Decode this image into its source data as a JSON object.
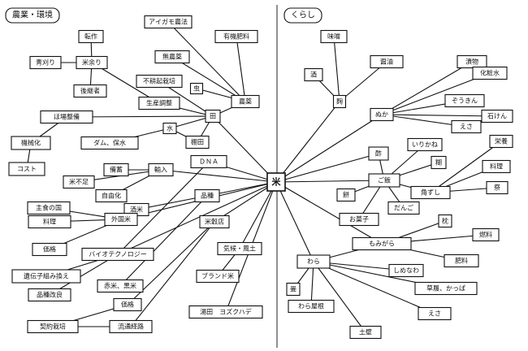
{
  "sections": {
    "left": "農業・環境",
    "right": "くらし"
  },
  "colors": {
    "ink": "#111111",
    "paper": "#ffffff"
  },
  "nodes": [
    {
      "id": "kome",
      "label": "米"
    },
    {
      "id": "nogyo_kankyo",
      "label": "農業・環境"
    },
    {
      "id": "kurashi",
      "label": "くらし"
    },
    {
      "id": "tensaku",
      "label": "転作"
    },
    {
      "id": "aigamo",
      "label": "アイガモ農法"
    },
    {
      "id": "yukihiryo",
      "label": "有機肥料"
    },
    {
      "id": "aogari",
      "label": "青刈り"
    },
    {
      "id": "komeamari",
      "label": "米余り"
    },
    {
      "id": "munoyaku",
      "label": "無農薬"
    },
    {
      "id": "koukeisha",
      "label": "後継者"
    },
    {
      "id": "fukouki",
      "label": "不耕起栽培"
    },
    {
      "id": "mushi",
      "label": "虫"
    },
    {
      "id": "seisanchosei",
      "label": "生産調整"
    },
    {
      "id": "noyaku",
      "label": "農薬"
    },
    {
      "id": "hojo",
      "label": "ほ場整備"
    },
    {
      "id": "ta",
      "label": "田"
    },
    {
      "id": "mizu",
      "label": "水"
    },
    {
      "id": "kikaika",
      "label": "機械化"
    },
    {
      "id": "damu",
      "label": "ダム、保水"
    },
    {
      "id": "tanada",
      "label": "棚田"
    },
    {
      "id": "cost",
      "label": "コスト"
    },
    {
      "id": "bichiku",
      "label": "備蓄"
    },
    {
      "id": "yunyu",
      "label": "輸入"
    },
    {
      "id": "dna",
      "label": "ＤＮＡ"
    },
    {
      "id": "komefusoku",
      "label": "米不足"
    },
    {
      "id": "jiyuka",
      "label": "自由化"
    },
    {
      "id": "sakagome",
      "label": "酒米"
    },
    {
      "id": "hinshu",
      "label": "品種"
    },
    {
      "id": "shushoku",
      "label": "主食の国"
    },
    {
      "id": "gaikokumai",
      "label": "外国米"
    },
    {
      "id": "ryori1",
      "label": "料理"
    },
    {
      "id": "kakaku1",
      "label": "価格"
    },
    {
      "id": "bio",
      "label": "バイオテクノロジー"
    },
    {
      "id": "komekokuten",
      "label": "米穀店"
    },
    {
      "id": "kiko",
      "label": "気候・風土"
    },
    {
      "id": "idenshi",
      "label": "遺伝子組み換え"
    },
    {
      "id": "akamai",
      "label": "赤米、黒米"
    },
    {
      "id": "brand",
      "label": "ブランド米"
    },
    {
      "id": "hinshukairyo",
      "label": "品種改良"
    },
    {
      "id": "kakaku2",
      "label": "価格"
    },
    {
      "id": "keiyaku",
      "label": "契約栽培"
    },
    {
      "id": "ryutsu",
      "label": "流通経路"
    },
    {
      "id": "yugen",
      "label": "湯田　ヨズクハデ"
    },
    {
      "id": "miso",
      "label": "味噌"
    },
    {
      "id": "sake",
      "label": "酒"
    },
    {
      "id": "shoyu",
      "label": "醤油"
    },
    {
      "id": "tsukemono",
      "label": "漬物"
    },
    {
      "id": "kesho",
      "label": "化粧水"
    },
    {
      "id": "koji",
      "label": "麹"
    },
    {
      "id": "zokin",
      "label": "ぞうきん"
    },
    {
      "id": "nuka",
      "label": "ぬか"
    },
    {
      "id": "sekken",
      "label": "石けん"
    },
    {
      "id": "esa1",
      "label": "えさ"
    },
    {
      "id": "su",
      "label": "酢"
    },
    {
      "id": "irikane",
      "label": "いりかね"
    },
    {
      "id": "eiyo",
      "label": "栄養"
    },
    {
      "id": "nori",
      "label": "糊"
    },
    {
      "id": "ryori2",
      "label": "料理"
    },
    {
      "id": "gohan",
      "label": "ご飯"
    },
    {
      "id": "mochi",
      "label": "餅"
    },
    {
      "id": "tsunozushi",
      "label": "角ずし"
    },
    {
      "id": "matsuri",
      "label": "祭"
    },
    {
      "id": "dango",
      "label": "だんご"
    },
    {
      "id": "okashi",
      "label": "お菓子"
    },
    {
      "id": "makura",
      "label": "枕"
    },
    {
      "id": "nenryo",
      "label": "燃料"
    },
    {
      "id": "momigara",
      "label": "もみがら"
    },
    {
      "id": "hiryo",
      "label": "肥料"
    },
    {
      "id": "wara",
      "label": "わら"
    },
    {
      "id": "shimenawa",
      "label": "しめなわ"
    },
    {
      "id": "zori",
      "label": "草履、かっぱ"
    },
    {
      "id": "tatami",
      "label": "畳"
    },
    {
      "id": "warayane",
      "label": "わら屋根"
    },
    {
      "id": "esa2",
      "label": "えさ"
    },
    {
      "id": "dobe",
      "label": "土壁"
    }
  ],
  "edges": [
    [
      "tensaku",
      "komeamari"
    ],
    [
      "aogari",
      "komeamari"
    ],
    [
      "komeamari",
      "koukeisha"
    ],
    [
      "komeamari",
      "seisanchosei"
    ],
    [
      "aigamo",
      "noyaku"
    ],
    [
      "yukihiryo",
      "noyaku"
    ],
    [
      "munoyaku",
      "noyaku"
    ],
    [
      "fukouki",
      "ta"
    ],
    [
      "mushi",
      "noyaku"
    ],
    [
      "noyaku",
      "ta"
    ],
    [
      "seisanchosei",
      "ta"
    ],
    [
      "hojo",
      "ta"
    ],
    [
      "hojo",
      "kikaika"
    ],
    [
      "kikaika",
      "cost"
    ],
    [
      "ta",
      "mizu"
    ],
    [
      "mizu",
      "damu"
    ],
    [
      "mizu",
      "tanada"
    ],
    [
      "ta",
      "tanada"
    ],
    [
      "ta",
      "kome"
    ],
    [
      "bichiku",
      "yunyu"
    ],
    [
      "komefusoku",
      "yunyu"
    ],
    [
      "jiyuka",
      "yunyu"
    ],
    [
      "yunyu",
      "kome"
    ],
    [
      "dna",
      "kome"
    ],
    [
      "sakagome",
      "hinshu"
    ],
    [
      "hinshu",
      "kome"
    ],
    [
      "shushoku",
      "gaikokumai"
    ],
    [
      "ryori1",
      "gaikokumai"
    ],
    [
      "kakaku1",
      "gaikokumai"
    ],
    [
      "gaikokumai",
      "kome"
    ],
    [
      "bio",
      "kome"
    ],
    [
      "bio",
      "dna"
    ],
    [
      "komekokuten",
      "kome"
    ],
    [
      "kiko",
      "kome"
    ],
    [
      "idenshi",
      "bio"
    ],
    [
      "akamai",
      "hinshu"
    ],
    [
      "brand",
      "kiko"
    ],
    [
      "hinshukairyo",
      "bio"
    ],
    [
      "kakaku2",
      "komekokuten"
    ],
    [
      "keiyaku",
      "kakaku2"
    ],
    [
      "keiyaku",
      "ryutsu"
    ],
    [
      "ryutsu",
      "komekokuten"
    ],
    [
      "yugen",
      "kome"
    ],
    [
      "miso",
      "koji"
    ],
    [
      "sake",
      "koji"
    ],
    [
      "shoyu",
      "koji"
    ],
    [
      "koji",
      "kome"
    ],
    [
      "tsukemono",
      "nuka"
    ],
    [
      "kesho",
      "nuka"
    ],
    [
      "zokin",
      "nuka"
    ],
    [
      "sekken",
      "nuka"
    ],
    [
      "esa1",
      "nuka"
    ],
    [
      "nuka",
      "kome"
    ],
    [
      "su",
      "kome"
    ],
    [
      "irikane",
      "gohan"
    ],
    [
      "nori",
      "gohan"
    ],
    [
      "eiyo",
      "tsunozushi"
    ],
    [
      "ryori2",
      "tsunozushi"
    ],
    [
      "gohan",
      "kome"
    ],
    [
      "mochi",
      "gohan"
    ],
    [
      "tsunozushi",
      "gohan"
    ],
    [
      "matsuri",
      "tsunozushi"
    ],
    [
      "dango",
      "gohan"
    ],
    [
      "okashi",
      "gohan"
    ],
    [
      "makura",
      "momigara"
    ],
    [
      "nenryo",
      "momigara"
    ],
    [
      "hiryo",
      "momigara"
    ],
    [
      "momigara",
      "kome"
    ],
    [
      "wara",
      "kome"
    ],
    [
      "wara",
      "momigara"
    ],
    [
      "shimenawa",
      "wara"
    ],
    [
      "zori",
      "wara"
    ],
    [
      "tatami",
      "wara"
    ],
    [
      "warayane",
      "wara"
    ],
    [
      "esa2",
      "wara"
    ],
    [
      "dobe",
      "wara"
    ],
    [
      "su",
      "gohan"
    ]
  ]
}
